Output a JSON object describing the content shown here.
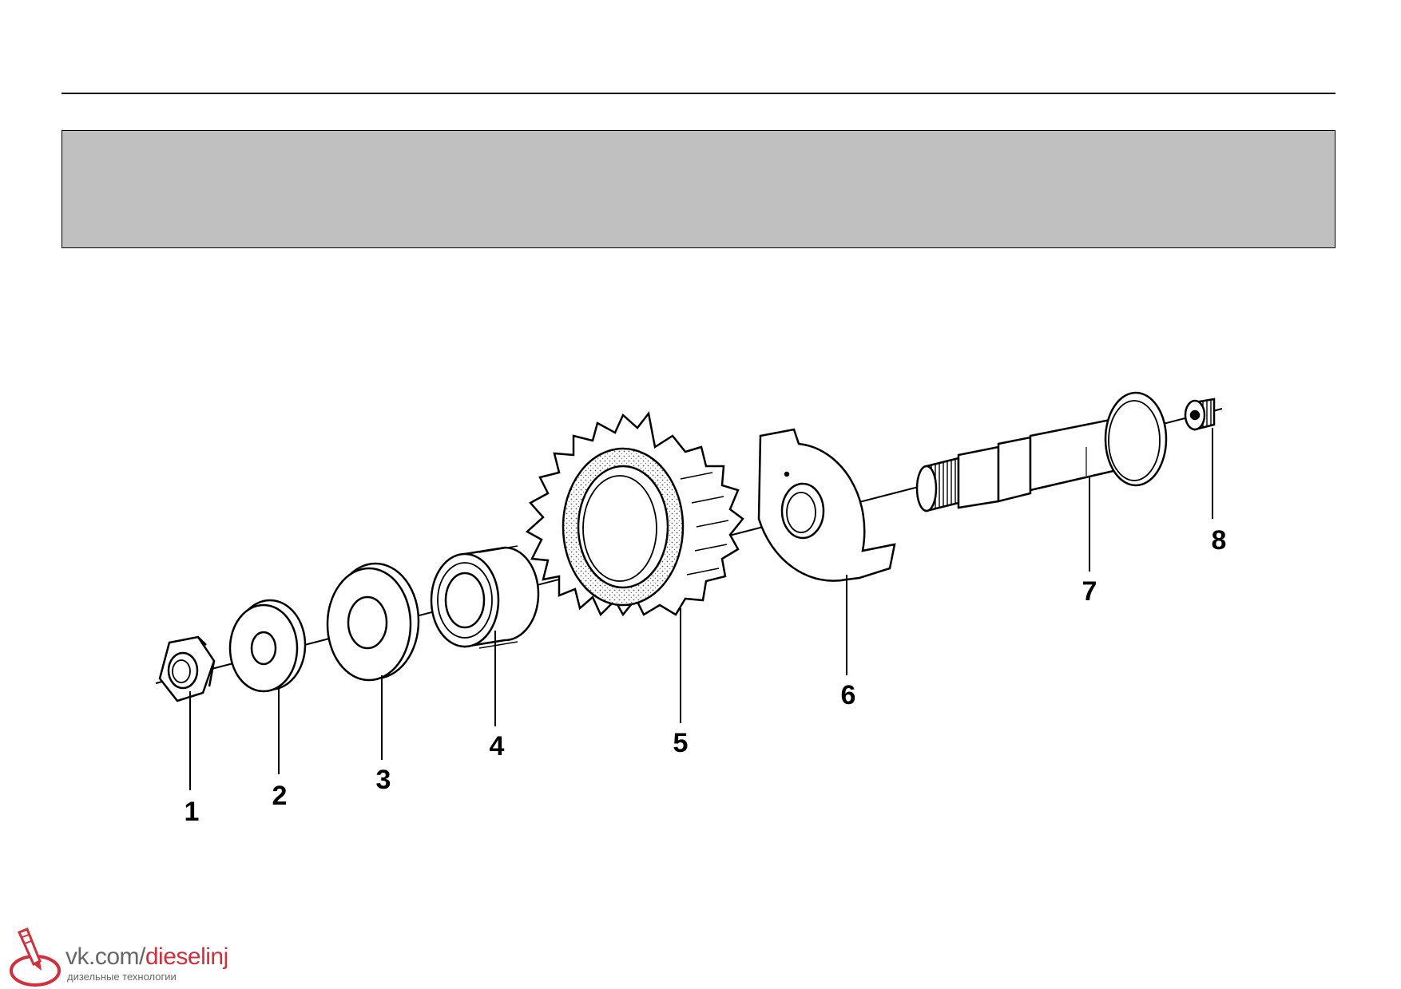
{
  "title_box": "",
  "parts": [
    {
      "id": "nut",
      "label": "1"
    },
    {
      "id": "washer-small",
      "label": "2"
    },
    {
      "id": "washer-large",
      "label": "3"
    },
    {
      "id": "bearing",
      "label": "4"
    },
    {
      "id": "gear",
      "label": "5"
    },
    {
      "id": "thrust-plate",
      "label": "6"
    },
    {
      "id": "shaft",
      "label": "7"
    },
    {
      "id": "plug",
      "label": "8"
    }
  ],
  "watermark": {
    "domain": "vk.com/",
    "name": "dieselinj",
    "subtitle": "дизельные технологии"
  },
  "colors": {
    "title_box_bg": "#c0c0c0",
    "accent": "#d0303c",
    "logo_text": "#666666"
  }
}
